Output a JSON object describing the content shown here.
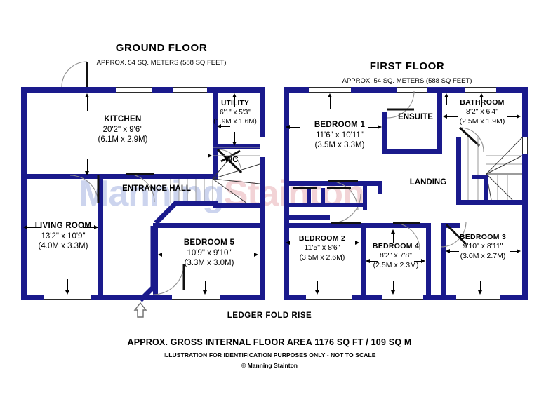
{
  "ground_floor": {
    "title": "GROUND FLOOR",
    "subtitle": "APPROX. 54 SQ. METERS (588 SQ FEET)",
    "rooms": [
      {
        "name": "KITCHEN",
        "imperial": "20'2\" x 9'6\"",
        "metric": "(6.1M x 2.9M)"
      },
      {
        "name": "UTILITY",
        "imperial": "6'1\" x 5'3\"",
        "metric": "(1.9M x 1.6M)"
      },
      {
        "name": "WC",
        "imperial": "",
        "metric": ""
      },
      {
        "name": "ENTRANCE HALL",
        "imperial": "",
        "metric": ""
      },
      {
        "name": "LIVING ROOM",
        "imperial": "13'2\" x 10'9\"",
        "metric": "(4.0M x 3.3M)"
      },
      {
        "name": "BEDROOM 5",
        "imperial": "10'9\" x 9'10\"",
        "metric": "(3.3M x 3.0M)"
      }
    ]
  },
  "first_floor": {
    "title": "FIRST FLOOR",
    "subtitle": "APPROX. 54 SQ. METERS (588 SQ FEET)",
    "rooms": [
      {
        "name": "BEDROOM 1",
        "imperial": "11'6\" x 10'11\"",
        "metric": "(3.5M x 3.3M)"
      },
      {
        "name": "ENSUITE",
        "imperial": "",
        "metric": ""
      },
      {
        "name": "BATHROOM",
        "imperial": "8'2\" x 6'4\"",
        "metric": "(2.5M x 1.9M)"
      },
      {
        "name": "LANDING",
        "imperial": "",
        "metric": ""
      },
      {
        "name": "BEDROOM 2",
        "imperial": "11'5\" x 8'6\"",
        "metric": "(3.5M x 2.6M)"
      },
      {
        "name": "BEDROOM 4",
        "imperial": "8'2\" x 7'8\"",
        "metric": "(2.5M x 2.3M)"
      },
      {
        "name": "BEDROOM 3",
        "imperial": "9'10\" x 8'11\"",
        "metric": "(3.0M x 2.7M)"
      }
    ]
  },
  "watermark": {
    "part1": "Manning",
    "part2": "Stainton"
  },
  "footer": {
    "street": "LEDGER FOLD RISE",
    "area": "APPROX. GROSS INTERNAL FLOOR AREA 1176 SQ FT / 109 SQ M",
    "disclaimer": "ILLUSTRATION FOR IDENTIFICATION PURPOSES ONLY - NOT TO SCALE",
    "copyright": "© Manning Stainton"
  },
  "colors": {
    "wall": "#1a1a8c",
    "background": "#ffffff",
    "text": "#000000",
    "watermark_blue": "#ccd4ee",
    "watermark_pink": "#f2d3d6"
  }
}
